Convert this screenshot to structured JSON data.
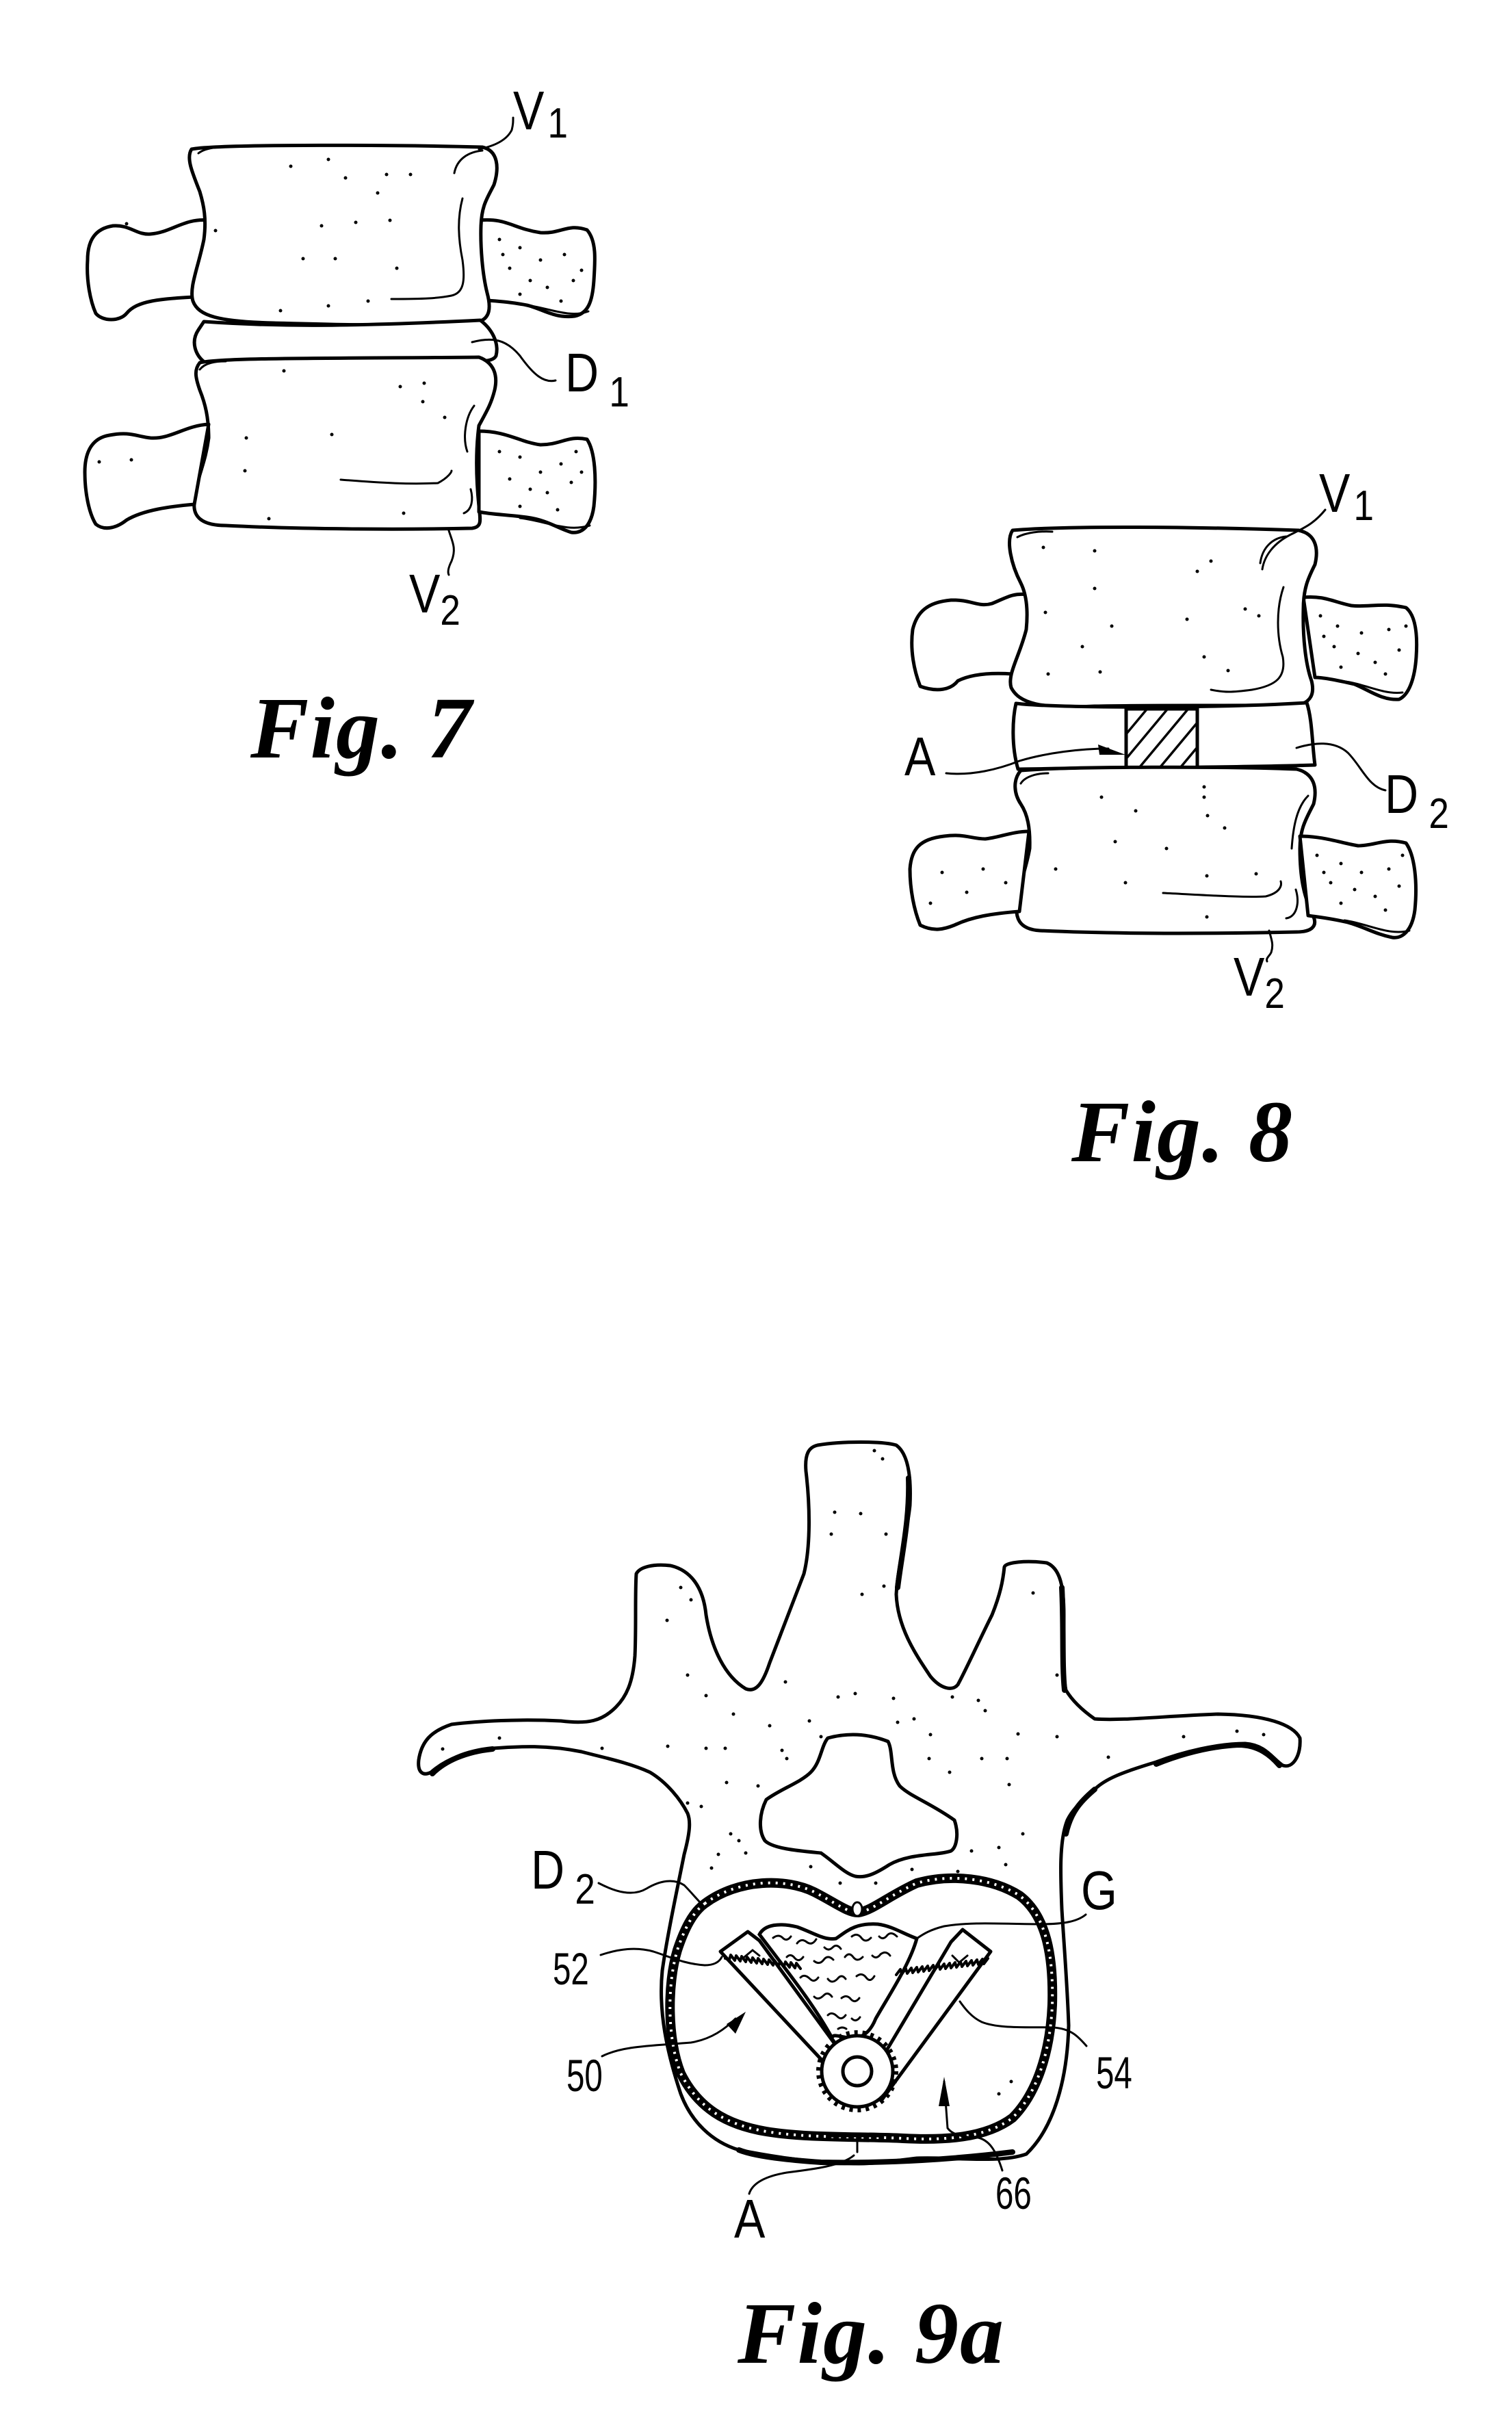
{
  "page": {
    "type": "patent drawing sheet",
    "background": "#ffffff",
    "ink": "#000000"
  },
  "figures": [
    {
      "id": "fig7",
      "title": "Fig. 7",
      "description": "Lateral view of two adjacent vertebrae with intact intervertebral disc",
      "labels": {
        "v1": {
          "main": "V",
          "sub": "1"
        },
        "d1": {
          "main": "D",
          "sub": "1"
        },
        "v2": {
          "main": "V",
          "sub": "2"
        }
      }
    },
    {
      "id": "fig8",
      "title": "Fig. 8",
      "description": "Lateral view of vertebrae with disc D2 showing hatched access region A",
      "labels": {
        "v1": {
          "main": "V",
          "sub": "1"
        },
        "a": {
          "main": "A"
        },
        "d2": {
          "main": "D",
          "sub": "2"
        },
        "v2": {
          "main": "V",
          "sub": "2"
        }
      }
    },
    {
      "id": "fig9a",
      "title": "Fig. 9a",
      "description": "Axial view of vertebra with disc D2 and V-shaped geared implant 50 holding graft G",
      "labels": {
        "d2": {
          "main": "D",
          "sub": "2"
        },
        "g": {
          "main": "G"
        },
        "n52": {
          "main": "52"
        },
        "n50": {
          "main": "50"
        },
        "n54": {
          "main": "54"
        },
        "a": {
          "main": "A"
        },
        "n66": {
          "main": "66"
        }
      }
    }
  ]
}
